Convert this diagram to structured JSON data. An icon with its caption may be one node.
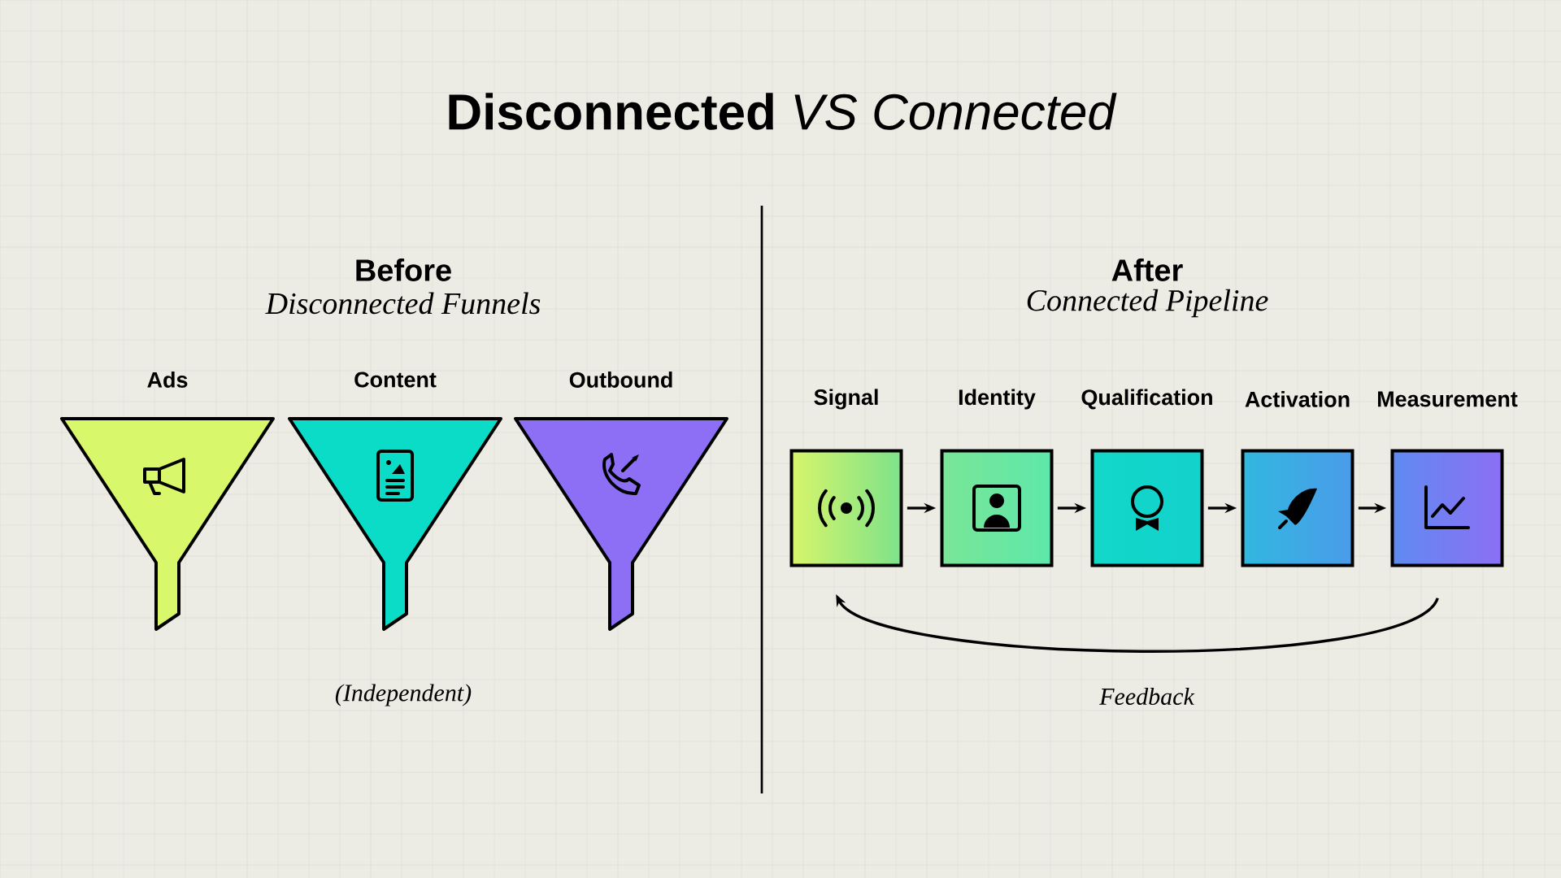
{
  "diagram": {
    "title": "**Disconnected** *VS Connected*",
    "nodes": [
      {
        "text": [
          "Ads"
        ]
      },
      {
        "text": [
          "Content"
        ]
      },
      {
        "text": [
          "Outbound"
        ]
      },
      {
        "text": [
          "Signal"
        ]
      },
      {
        "text": [
          "Identity"
        ]
      },
      {
        "text": [
          "Qualification"
        ]
      },
      {
        "text": [
          "Activation"
        ]
      },
      {
        "text": [
          "Measurement"
        ]
      }
    ],
    "edges": [
      {
        "from": 3,
        "to": 4,
        "arrow": "to"
      },
      {
        "from": 4,
        "to": 5,
        "arrow": "to"
      },
      {
        "from": 5,
        "to": 6,
        "arrow": "to"
      },
      {
        "from": 6,
        "to": 7,
        "arrow": "to"
      },
      {
        "from": 7,
        "to": 3,
        "arrow": "to",
        "label": "Feedback"
      }
    ],
    "labels": [
      "Before",
      "Disconnected Funnels",
      "After",
      "Connected Pipeline",
      "(Independent)"
    ]
  }
}
